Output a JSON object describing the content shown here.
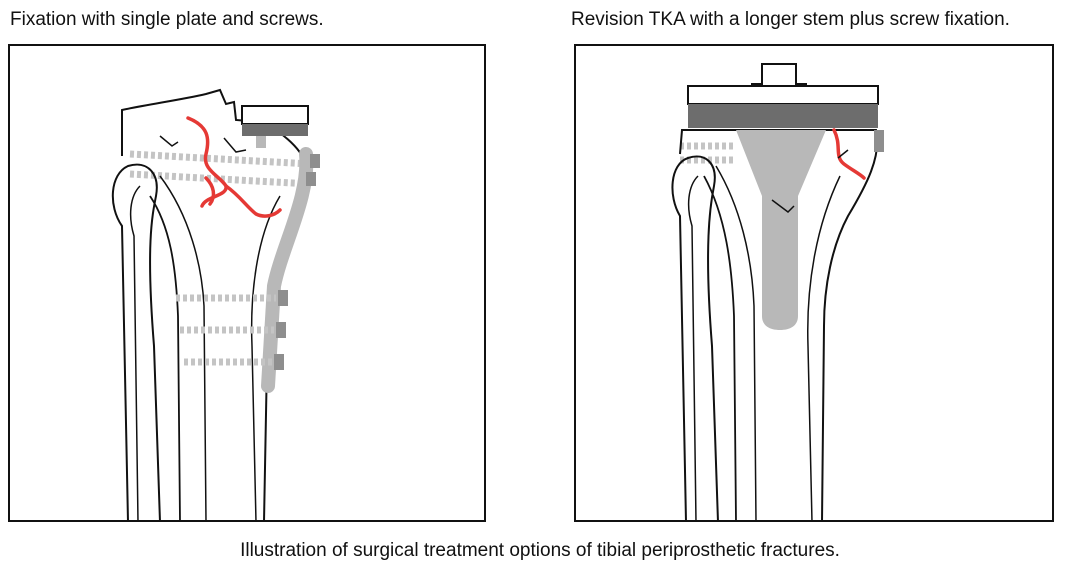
{
  "left_panel": {
    "caption": "Fixation with single plate and screws."
  },
  "right_panel": {
    "caption": "Revision TKA with a longer stem plus screw fixation."
  },
  "figure": {
    "caption": "Illustration of surgical treatment options of tibial periprosthetic fractures."
  },
  "colors": {
    "outline": "#111111",
    "fracture_line": "#e53935",
    "implant_dark": "#6d6d6d",
    "implant_light": "#b8b8b8"
  }
}
